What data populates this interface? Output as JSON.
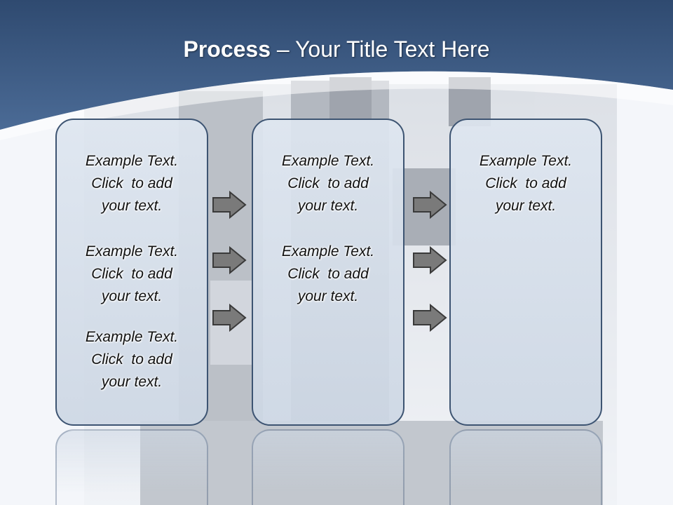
{
  "slide": {
    "title_bold": "Process",
    "title_rest": " – Your Title Text Here",
    "colors": {
      "header": "#3f5d88",
      "box_border": "#3d5472",
      "box_fill": "#d5dfeb",
      "arrow": "#7a7a7a"
    }
  },
  "columns": [
    {
      "items": [
        "Example Text.\nClick  to add\nyour text.",
        "Example Text.\nClick  to add\nyour text.",
        "Example Text.\nClick  to add\nyour text."
      ]
    },
    {
      "items": [
        "Example Text.\nClick  to add\nyour text.",
        "Example Text.\nClick  to add\nyour text."
      ]
    },
    {
      "items": [
        "Example Text.\nClick  to add\nyour text."
      ]
    }
  ],
  "icons": [
    "right-arrow-icon"
  ]
}
